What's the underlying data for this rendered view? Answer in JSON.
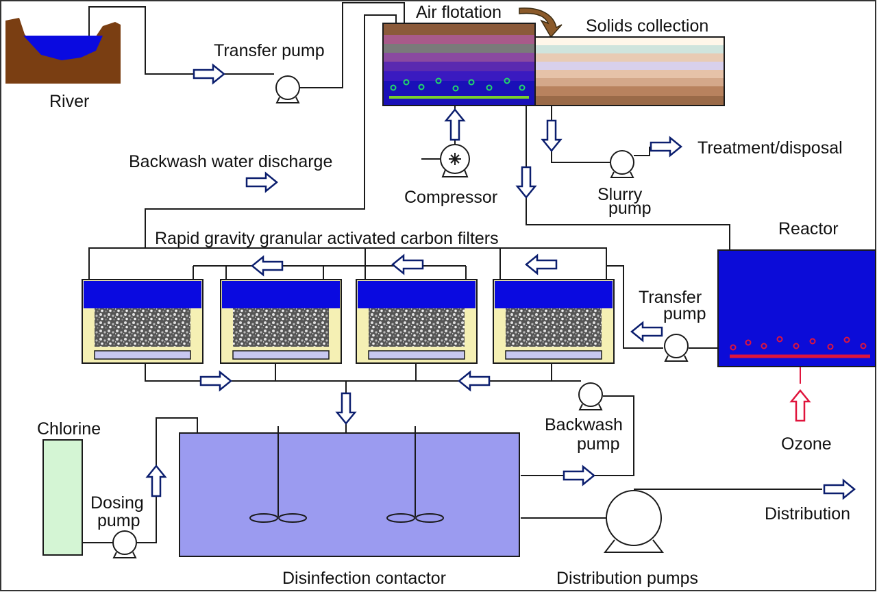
{
  "labels": {
    "river": "River",
    "transfer_pump_top": "Transfer pump",
    "air_flotation": "Air flotation",
    "solids_collection": "Solids collection",
    "backwash_water_discharge": "Backwash water discharge",
    "compressor": "Compressor",
    "slurry_1": "Slurry",
    "slurry_2": "pump",
    "treatment_disposal": "Treatment/disposal",
    "reactor": "Reactor",
    "rgac_filters": "Rapid gravity granular activated carbon filters",
    "transfer_pump_right_1": "Transfer",
    "transfer_pump_right_2": "pump",
    "chlorine": "Chlorine",
    "backwash_pump_1": "Backwash",
    "backwash_pump_2": "pump",
    "ozone": "Ozone",
    "dosing_pump_1": "Dosing",
    "dosing_pump_2": "pump",
    "distribution": "Distribution",
    "disinfection_contactor": "Disinfection contactor",
    "distribution_pumps": "Distribution pumps"
  },
  "colors": {
    "pipe": "#1a1a1a",
    "arrow_outline": "#0b1e6e",
    "water_blue": "#0a0ae0",
    "earth_brown": "#7a3e12",
    "filter_casing": "#f5f0b4",
    "filter_underdrain": "#c8c8f0",
    "contactor_fill": "#9b9bf0",
    "reactor_fill": "#0c0cd8",
    "ozone_red": "#e0143c",
    "chlorine_fill": "#d4f5d4",
    "slurry_arrow": "#c9a24b"
  }
}
